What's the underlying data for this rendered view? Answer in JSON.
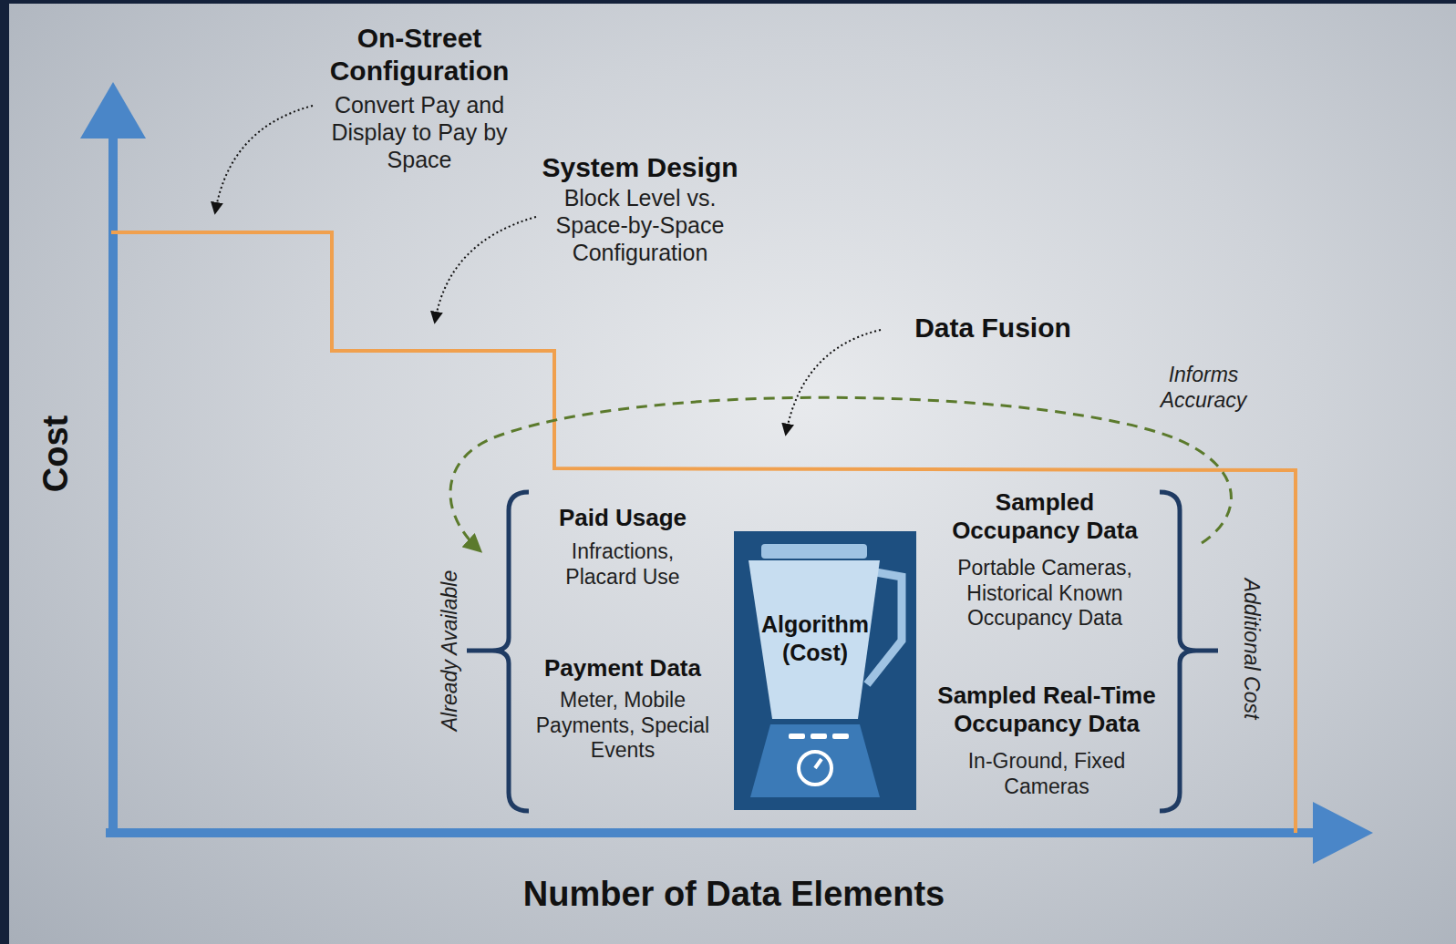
{
  "diagram": {
    "nodes": [
      {
        "text": [
          "Algorithm (Cost)"
        ]
      }
    ],
    "labels": [
      "On-Street Configuration",
      "Convert Pay and Display to Pay by Space",
      "System Design",
      "Block Level vs. Space-by-Space Configuration",
      "Data Fusion",
      "Informs Accuracy",
      "Paid Usage",
      "Infractions, Placard Use",
      "Payment Data",
      "Meter, Mobile Payments, Special Events",
      "Sampled Occupancy Data",
      "Portable Cameras, Historical Known Occupancy Data",
      "Sampled Real-Time Occupancy Data",
      "In-Ground, Fixed Cameras",
      "Already Available",
      "Additional Cost",
      "Cost",
      "Number of Data Elements"
    ]
  }
}
